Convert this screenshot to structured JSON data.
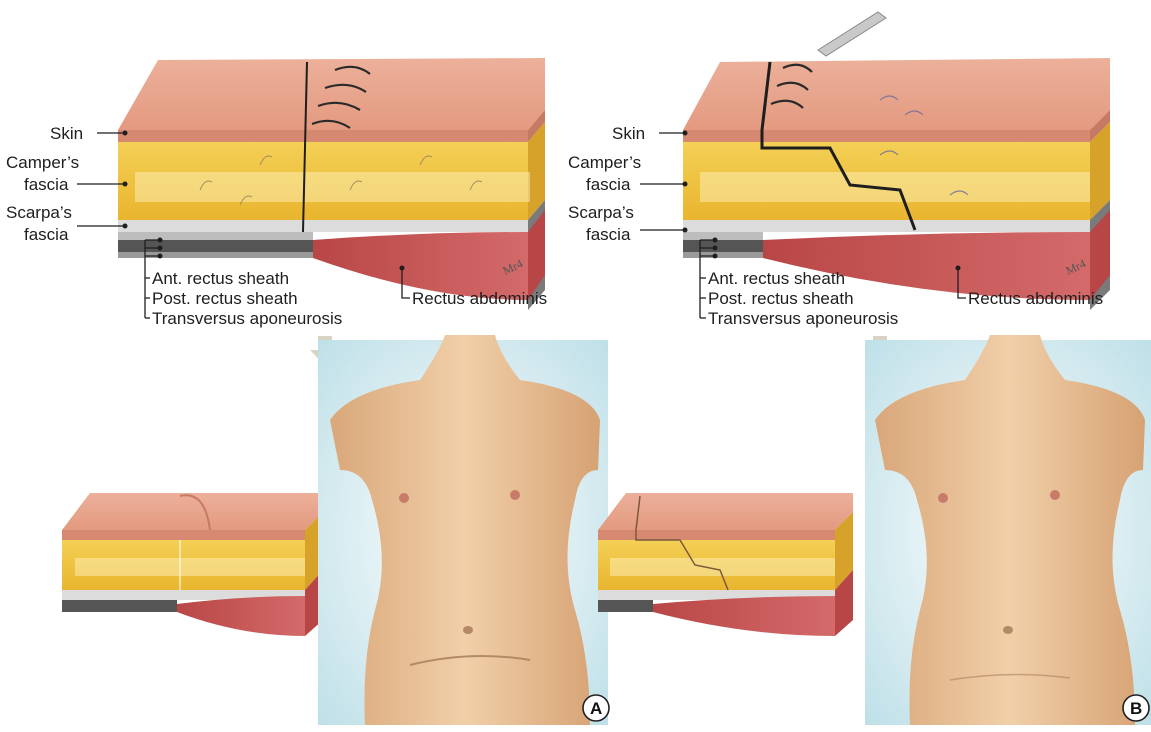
{
  "labels": {
    "skin": "Skin",
    "campers_line1": "Camper’s",
    "campers_line2": "fascia",
    "scarpas_line1": "Scarpa’s",
    "scarpas_line2": "fascia",
    "ant_rectus": "Ant. rectus sheath",
    "post_rectus": "Post. rectus sheath",
    "transversus": "Transversus aponeurosis",
    "rectus_abdominis": "Rectus abdominis"
  },
  "panels": [
    {
      "badge": "A",
      "incision": "straight vertical through-and-through"
    },
    {
      "badge": "B",
      "incision": "stepped (offset) incision through layers"
    }
  ],
  "colors": {
    "skin_top": "#e8a38a",
    "skin_side": "#d98b73",
    "fat": "#f2c84a",
    "fat_dark": "#e2a624",
    "fascia": "#dedede",
    "sheath_dark": "#3a3a3a",
    "muscle": "#c95555",
    "body_skin": "#ecc59d",
    "background_blue": "#cfe6ec",
    "arrow": "#d9d3c6"
  }
}
